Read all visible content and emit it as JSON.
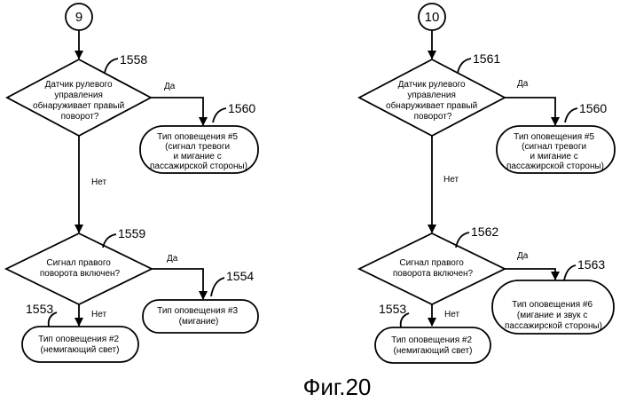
{
  "caption": "Фиг.20",
  "flowcharts": [
    {
      "connector": "9",
      "decision1": {
        "ref": "1558",
        "lines": [
          "Датчик рулевого",
          "управления",
          "обнаруживает правый",
          "поворот?"
        ]
      },
      "yes1": "Да",
      "no1": "Нет",
      "box_yes1": {
        "ref": "1560",
        "lines": [
          "Тип оповещения #5",
          "(сигнал тревоги",
          "и мигание с",
          "пассажирской стороны)"
        ]
      },
      "decision2": {
        "ref": "1559",
        "lines": [
          "Сигнал правого",
          "поворота включен?"
        ]
      },
      "yes2": "Да",
      "no2": "Нет",
      "box_yes2": {
        "ref": "1554",
        "lines": [
          "Тип оповещения #3",
          "(мигание)"
        ]
      },
      "box_no2": {
        "ref": "1553",
        "lines": [
          "Тип оповещения #2",
          "(немигающий свет)"
        ]
      }
    },
    {
      "connector": "10",
      "decision1": {
        "ref": "1561",
        "lines": [
          "Датчик рулевого",
          "управления",
          "обнаруживает правый",
          "поворот?"
        ]
      },
      "yes1": "Да",
      "no1": "Нет",
      "box_yes1": {
        "ref": "1560",
        "lines": [
          "Тип оповещения #5",
          "(сигнал тревоги",
          "и мигание с",
          "пассажирской стороны)"
        ]
      },
      "decision2": {
        "ref": "1562",
        "lines": [
          "Сигнал правого",
          "поворота включен?"
        ]
      },
      "yes2": "Да",
      "no2": "Нет",
      "box_yes2": {
        "ref": "1563",
        "lines": [
          "Тип оповещения #6",
          "(мигание и звук с",
          "пассажирской стороны)"
        ]
      },
      "box_no2": {
        "ref": "1553",
        "lines": [
          "Тип оповещения #2",
          "(немигающий свет)"
        ]
      }
    }
  ]
}
